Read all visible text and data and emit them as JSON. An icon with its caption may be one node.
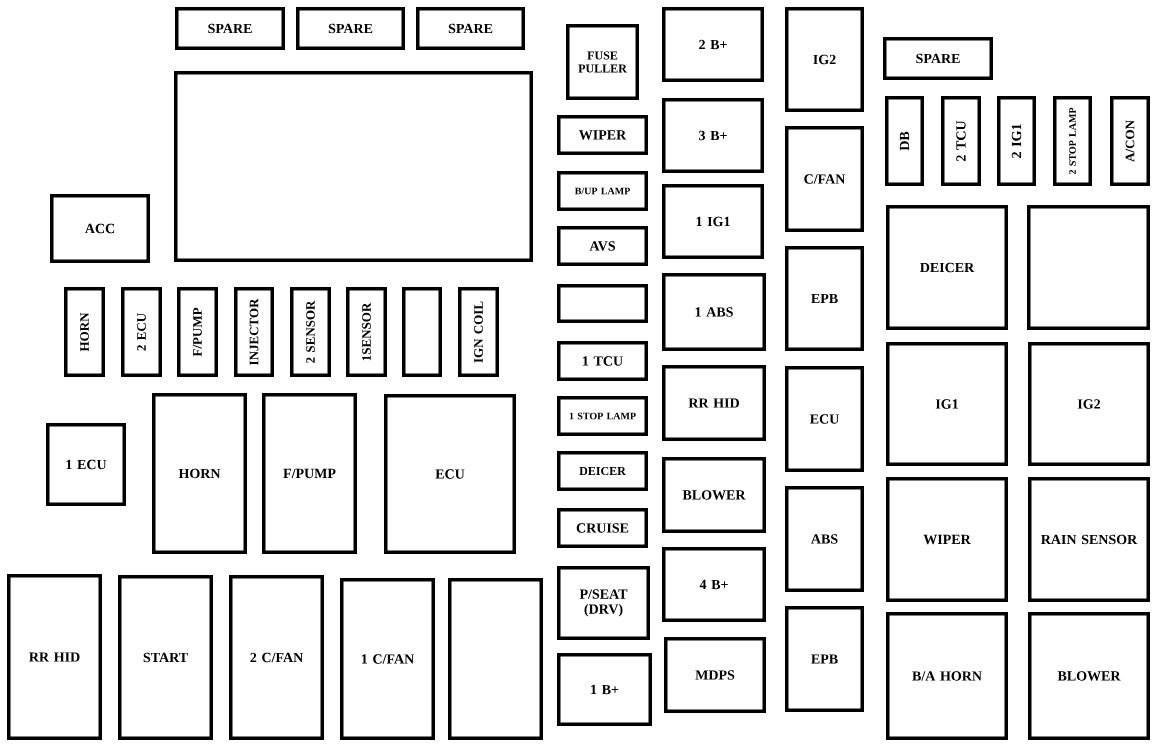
{
  "diagram": {
    "nodes": [
      {
        "text": [
          "SPARE"
        ]
      },
      {
        "text": [
          "SPARE"
        ]
      },
      {
        "text": [
          "SPARE"
        ]
      },
      {
        "text": [],
        "shape": "box"
      },
      {
        "text": [
          "ACC"
        ]
      },
      {
        "text": [
          "HORN"
        ]
      },
      {
        "text": [
          "2 ECU"
        ]
      },
      {
        "text": [
          "F/PUMP"
        ]
      },
      {
        "text": [
          "INJECTOR"
        ]
      },
      {
        "text": [
          "2 SENSOR"
        ]
      },
      {
        "text": [
          "1SENSOR"
        ]
      },
      {
        "text": [],
        "shape": "box"
      },
      {
        "text": [
          "IGN COIL"
        ]
      },
      {
        "text": [
          "1 ECU"
        ]
      },
      {
        "text": [
          "HORN"
        ]
      },
      {
        "text": [
          "F/PUMP"
        ]
      },
      {
        "text": [
          "ECU"
        ]
      },
      {
        "text": [
          "RR HID"
        ]
      },
      {
        "text": [
          "START"
        ]
      },
      {
        "text": [
          "2 C/FAN"
        ]
      },
      {
        "text": [
          "1 C/FAN"
        ]
      },
      {
        "text": [],
        "shape": "box"
      },
      {
        "text": [
          "FUSE PULLER"
        ]
      },
      {
        "text": [
          "WIPER"
        ]
      },
      {
        "text": [
          "B/UP LAMP"
        ]
      },
      {
        "text": [
          "AVS"
        ]
      },
      {
        "text": [],
        "shape": "box"
      },
      {
        "text": [
          "1 TCU"
        ]
      },
      {
        "text": [
          "1 STOP LAMP"
        ]
      },
      {
        "text": [
          "DEICER"
        ]
      },
      {
        "text": [
          "CRUISE"
        ]
      },
      {
        "text": [
          "P/SEAT (DRV)"
        ]
      },
      {
        "text": [
          "1 B+"
        ]
      },
      {
        "text": [
          "2 B+"
        ]
      },
      {
        "text": [
          "3 B+"
        ]
      },
      {
        "text": [
          "1 IG1"
        ]
      },
      {
        "text": [
          "1 ABS"
        ]
      },
      {
        "text": [
          "RR HID"
        ]
      },
      {
        "text": [
          "BLOWER"
        ]
      },
      {
        "text": [
          "4 B+"
        ]
      },
      {
        "text": [
          "MDPS"
        ]
      },
      {
        "text": [
          "IG2"
        ]
      },
      {
        "text": [
          "C/FAN"
        ]
      },
      {
        "text": [
          "EPB"
        ]
      },
      {
        "text": [
          "ECU"
        ]
      },
      {
        "text": [
          "ABS"
        ]
      },
      {
        "text": [
          "EPB"
        ]
      },
      {
        "text": [
          "SPARE"
        ]
      },
      {
        "text": [
          "DB"
        ]
      },
      {
        "text": [
          "2 TCU"
        ]
      },
      {
        "text": [
          "2 IG1"
        ]
      },
      {
        "text": [
          "2 STOP LAMP"
        ]
      },
      {
        "text": [
          "A/CON"
        ]
      },
      {
        "text": [
          "DEICER"
        ]
      },
      {
        "text": [],
        "shape": "box"
      },
      {
        "text": [
          "IG1"
        ]
      },
      {
        "text": [
          "IG2"
        ]
      },
      {
        "text": [
          "WIPER"
        ]
      },
      {
        "text": [
          "RAIN SENSOR"
        ]
      },
      {
        "text": [
          "B/A HORN"
        ]
      },
      {
        "text": [
          "BLOWER"
        ]
      }
    ]
  }
}
